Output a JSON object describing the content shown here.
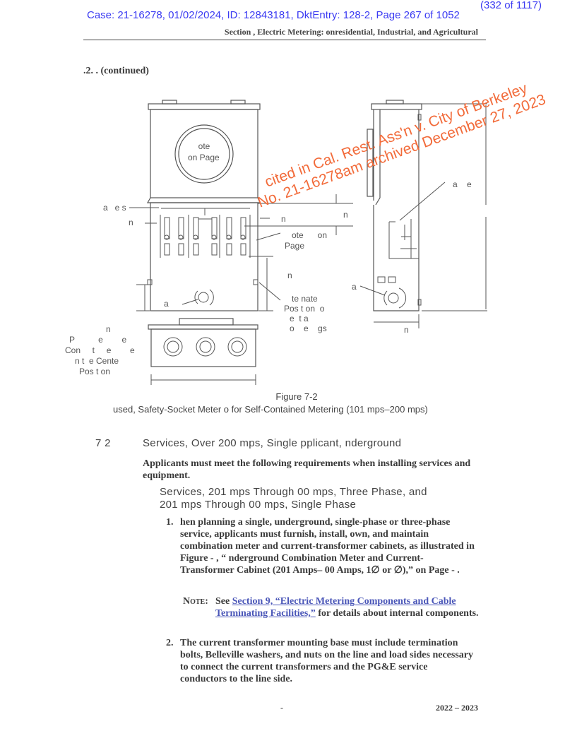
{
  "stamp": {
    "page_count": "(332 of 1117)",
    "case_line": "Case: 21-16278, 01/02/2024, ID: 12843181, DktEntry: 128-2, Page 267 of 1052"
  },
  "header": {
    "running_title": "Section   , Electric Metering:   onresidential, Industrial, and Agricultural"
  },
  "section_continued": ".2.  . (continued)",
  "figure": {
    "labels": {
      "note_on_page_meter": [
        "ote",
        "on Page"
      ],
      "a_es": "a   e s",
      "n_left": "n",
      "n_mid": "n",
      "n_right": "n",
      "note_on_page": [
        "ote      on",
        "Page"
      ],
      "n_dim": "n",
      "a_knockout": "a",
      "alternate_position": [
        "te nate",
        "Pos t on  o",
        "e  t a",
        "o    e    gs"
      ],
      "side_label_top": "a    e",
      "side_label_knockout": "a",
      "side_n": "n",
      "bottom_left": [
        "n",
        "P          e        e",
        "Con     t     e        e",
        "n t  e Cente",
        "Pos t on"
      ]
    },
    "number": "Figure 7-2",
    "caption": "used, Safety-Socket Meter    o   for Self-Contained Metering (101    mps–200    mps)"
  },
  "watermark": {
    "line1": "cited in Cal. Rest. Ass'n v. City of Berkeley",
    "line2": "No. 21-16278am archived December 27, 2023"
  },
  "section": {
    "number": "7 2",
    "title": "Services, Over 200    mps, Single    pplicant,    nderground",
    "intro": "Applicants must meet the following requirements when installing services and equipment.",
    "subheading_line1": "Services, 201    mps Through    00    mps, Three Phase, and",
    "subheading_line2": "201    mps Through    00    mps, Single Phase",
    "items": [
      {
        "number": "1.",
        "text": "   hen planning a single, underground, single-phase or three-phase service, applicants must furnish, install, own, and maintain combination meter and current-transformer cabinets, as illustrated in Figure   -  , “   nderground Combination Meter and Current-Transformer Cabinet (201 Amps–  00 Amps, 1∅ or   ∅),” on Page   -  ."
      },
      {
        "number": "2.",
        "text": "The current transformer mounting base must include termination bolts, Belleville washers, and nuts on the line and load sides necessary to connect the current transformers and the PG&E service conductors to the line side."
      }
    ],
    "note": {
      "label": "Note:",
      "see": "See",
      "link": "Section 9, “Electric Metering Components and Cable Terminating Facilities,”",
      "rest": " for details about internal components."
    }
  },
  "footer": {
    "page": "-",
    "years": "2022 – 2023"
  }
}
